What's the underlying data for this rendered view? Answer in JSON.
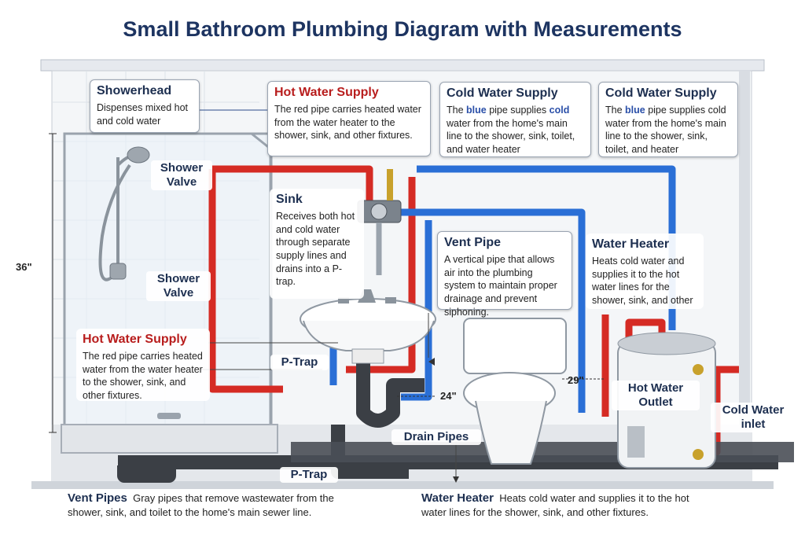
{
  "title": "Small Bathroom Plumbing Diagram with Measurements",
  "colors": {
    "hot_pipe": "#d52b24",
    "cold_pipe": "#2a6fd6",
    "drain_pipe": "#3b3f45",
    "title": "#1d3461",
    "hot_label": "#b81d1d"
  },
  "callouts": {
    "showerhead": {
      "heading": "Showerhead",
      "text": "Dispenses mixed hot and cold water"
    },
    "hot_supply_top": {
      "heading": "Hot Water Supply",
      "text": "The red pipe carries heated water from the water heater to the shower, sink, and other fixtures."
    },
    "cold_supply_1": {
      "heading": "Cold Water Supply",
      "text_pre": "The ",
      "text_word": "blue",
      "text_mid": " pipe supplies ",
      "text_word2": "cold",
      "text_post": " water from the home's main line to the shower, sink, toilet, and water heater"
    },
    "cold_supply_2": {
      "heading": "Cold Water Supply",
      "text_pre": "The ",
      "text_word": "blue",
      "text_post": " pipe supplies cold water from the home's main line to the shower, sink, toilet, and heater"
    },
    "sink": {
      "heading": "Sink",
      "text": "Receives both hot and cold water through separate supply lines and drains into a P-trap."
    },
    "vent_pipe": {
      "heading": "Vent Pipe",
      "text": "A vertical pipe that allows air into the plumbing system to maintain proper drainage and prevent siphoning."
    },
    "water_heater": {
      "heading": "Water Heater",
      "text": "Heats cold water and supplies it to the hot water lines for the shower, sink, and other"
    },
    "hot_supply_left": {
      "heading": "Hot Water Supply",
      "text": "The red pipe carries heated water from the water heater to the shower, sink, and other fixtures."
    }
  },
  "labels": {
    "shower_valve_top": "Shower Valve",
    "shower_valve_mid": "Shower Valve",
    "p_trap_upper": "P-Trap",
    "p_trap_lower": "P-Trap",
    "drain_pipes": "Drain Pipes",
    "hot_water_outlet": "Hot Water Outlet",
    "cold_water_inlet": "Cold Water inlet"
  },
  "measurements": {
    "height": "36\"",
    "width": "24\"",
    "toilet": "29\""
  },
  "footer": {
    "vent_heading": "Vent Pipes",
    "vent_text_1": "Gray pipes that remove wastewater from the",
    "vent_text_2": "shower, sink, and toilet to the home's main sewer line.",
    "heater_heading": "Water Heater",
    "heater_text_1": "Heats cold water and supplies it to the hot",
    "heater_text_2": "water lines for the shower, sink, and other fixtures."
  }
}
